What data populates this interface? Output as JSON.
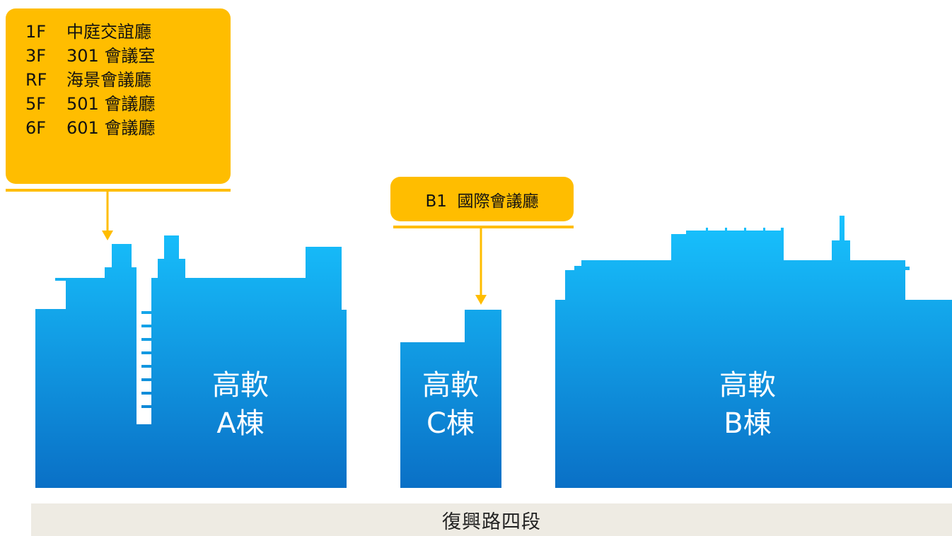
{
  "callouts": {
    "a_floors": [
      {
        "floor": "1F",
        "room": "中庭交誼廳"
      },
      {
        "floor": "3F",
        "room": "301 會議室"
      },
      {
        "floor": "RF",
        "room": "海景會議廳"
      },
      {
        "floor": "5F",
        "room": "501 會議廳"
      },
      {
        "floor": "6F",
        "room": "601 會議廳"
      }
    ],
    "c_label": "B1  國際會議廳"
  },
  "buildings": {
    "a": {
      "line1": "高軟",
      "line2": "A棟"
    },
    "c": {
      "line1": "高軟",
      "line2": "C棟"
    },
    "b": {
      "line1": "高軟",
      "line2": "B棟"
    }
  },
  "road": {
    "label": "復興路四段"
  },
  "colors": {
    "callout": "#ffbd00",
    "building_top": "#18c4ff",
    "building_bottom": "#0a70c6",
    "road": "#eeebe3"
  }
}
